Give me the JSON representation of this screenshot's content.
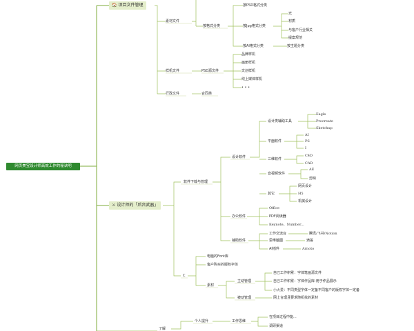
{
  "root": "网页美宝设计师高效工作的秘诀吧",
  "branches": {
    "project": {
      "label": "项目文件管理",
      "icon": "house-icon",
      "sucai": {
        "label": "素材文件",
        "by_format": {
          "label": "按格式分类",
          "psd": "按PSD格式分类",
          "jpg": {
            "label": "按Jpg格式分类",
            "items": [
              "光",
              "材质",
              "与客户行业相关",
              "提案规范"
            ]
          },
          "ai": "按AI格式分类",
          "ai_child": "按主题分类"
        }
      },
      "yangji": {
        "label": "样机文件",
        "psd_source": "PSD源文件",
        "items": [
          "品牌样机",
          "画册样机",
          "文创样机",
          "线上媒体样机",
          "• • •"
        ]
      },
      "xingzheng": {
        "label": "行政文件",
        "contract": "合同类"
      }
    },
    "arsenal": {
      "label": "设计师的「后台武器」",
      "icon": "swords-icon",
      "software": {
        "label": "软件下载与管理",
        "design": {
          "label": "设计软件",
          "groups": [
            {
              "label": "设计类辅助工具",
              "items": [
                "Eagle",
                "Procreate",
                "Sketchup"
              ]
            },
            {
              "label": "平面软件",
              "items": [
                "AI",
                "PS",
                "I"
              ]
            },
            {
              "label": "三维软件",
              "items": [
                "C4D",
                "CAD"
              ]
            },
            {
              "label": "音视频软件",
              "items": [
                "AE",
                "剪映"
              ]
            },
            {
              "label": "其它",
              "items": [
                "网页设计",
                "H5",
                "机械设计"
              ]
            }
          ]
        },
        "office": {
          "label": "办公软件",
          "items": [
            "Office",
            "PDF阅读器",
            "Keynote、Number..."
          ]
        },
        "assist": {
          "label": "辅助软件",
          "rows": [
            {
              "label": "工作交流台",
              "child": "腾讯/飞书/Notion"
            },
            {
              "label": "思维脑图",
              "child": "滴答"
            },
            {
              "label": "AI插件",
              "child": "Arnoto"
            }
          ]
        }
      },
      "c": {
        "label": "C",
        "items": [
          "电脑的Font库",
          "客户购买的版权字体"
        ],
        "sucai": {
          "label": "素材",
          "active": {
            "label": "主动管理",
            "items": [
              "自己工作积累：字体笔画源文件",
              "自己工作积累：字体作品库-用于作品展示",
              "小火爱：不同类型字体一定备不同客户的版权字体一定备"
            ]
          },
          "passive": {
            "label": "被动管理",
            "items": [
              "网上合理且要求随机找的素材"
            ]
          }
        }
      }
    },
    "learn": {
      "label": "了解",
      "growth": {
        "label": "个人提升",
        "thinking": {
          "label": "工作思维",
          "items": [
            "在项目过程中能...",
            "调研渠道"
          ]
        }
      }
    }
  }
}
